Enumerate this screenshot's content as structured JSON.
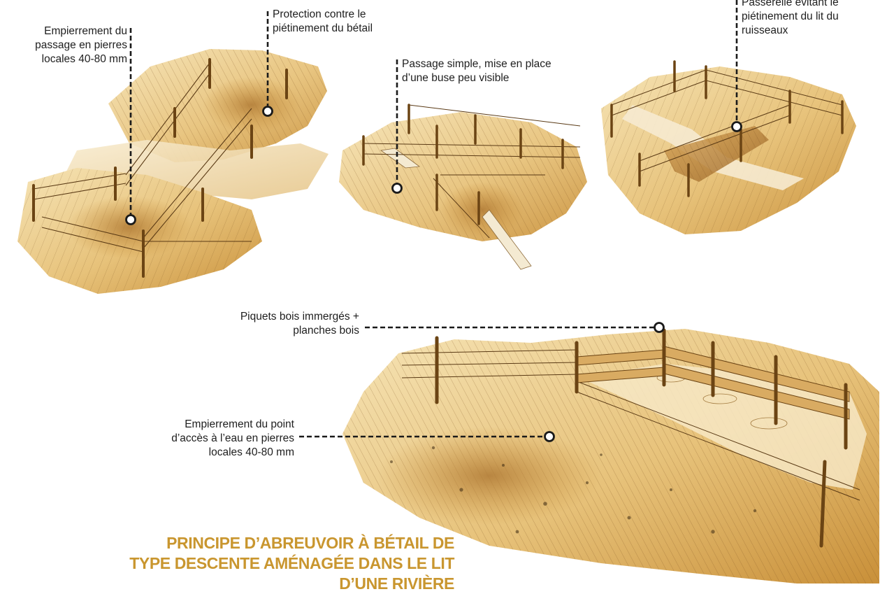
{
  "annotations": [
    {
      "id": "stone-crossing",
      "lines": [
        "Empierrement du",
        "passage en pierres",
        "locales 40-80 mm"
      ]
    },
    {
      "id": "trampling-protection",
      "lines": [
        "Protection contre le",
        "piétinement du bétail"
      ]
    },
    {
      "id": "simple-crossing",
      "lines": [
        "Passage simple, mise en place",
        "d’une buse peu visible"
      ]
    },
    {
      "id": "footbridge",
      "lines": [
        "Passerelle évitant le",
        "piétinement du lit du",
        "ruisseaux"
      ]
    },
    {
      "id": "wooden-posts",
      "lines": [
        "Piquets bois immergés +",
        "planches bois"
      ]
    },
    {
      "id": "stone-access",
      "lines": [
        "Empierrement du point",
        "d’accès à l’eau en pierres",
        "locales 40-80 mm"
      ]
    }
  ],
  "title_lines": [
    "PRINCIPE D’ABREUVOIR À BÉTAIL DE",
    "TYPE DESCENTE AMÉNAGÉE DANS LE LIT",
    "D’UNE RIVIÈRE"
  ],
  "colors": {
    "title": "#c9962f",
    "sand_light": "#f3dfae",
    "sand": "#e3bd72",
    "ochre": "#c99039",
    "earth_dark": "#8d5b22",
    "leader": "#1a1a1a"
  }
}
